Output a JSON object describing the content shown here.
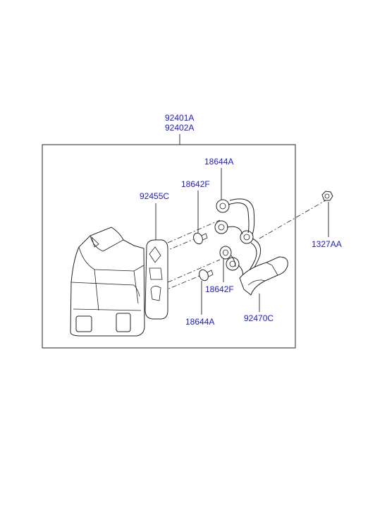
{
  "labels": {
    "assembly_left": "92401A",
    "assembly_right": "92402A",
    "gasket": "92455C",
    "socket_top": "18644A",
    "bulb_top": "18642F",
    "bulb_bottom": "18642F",
    "socket_bottom": "18644A",
    "wiring": "92470C",
    "nut": "1327AA"
  }
}
